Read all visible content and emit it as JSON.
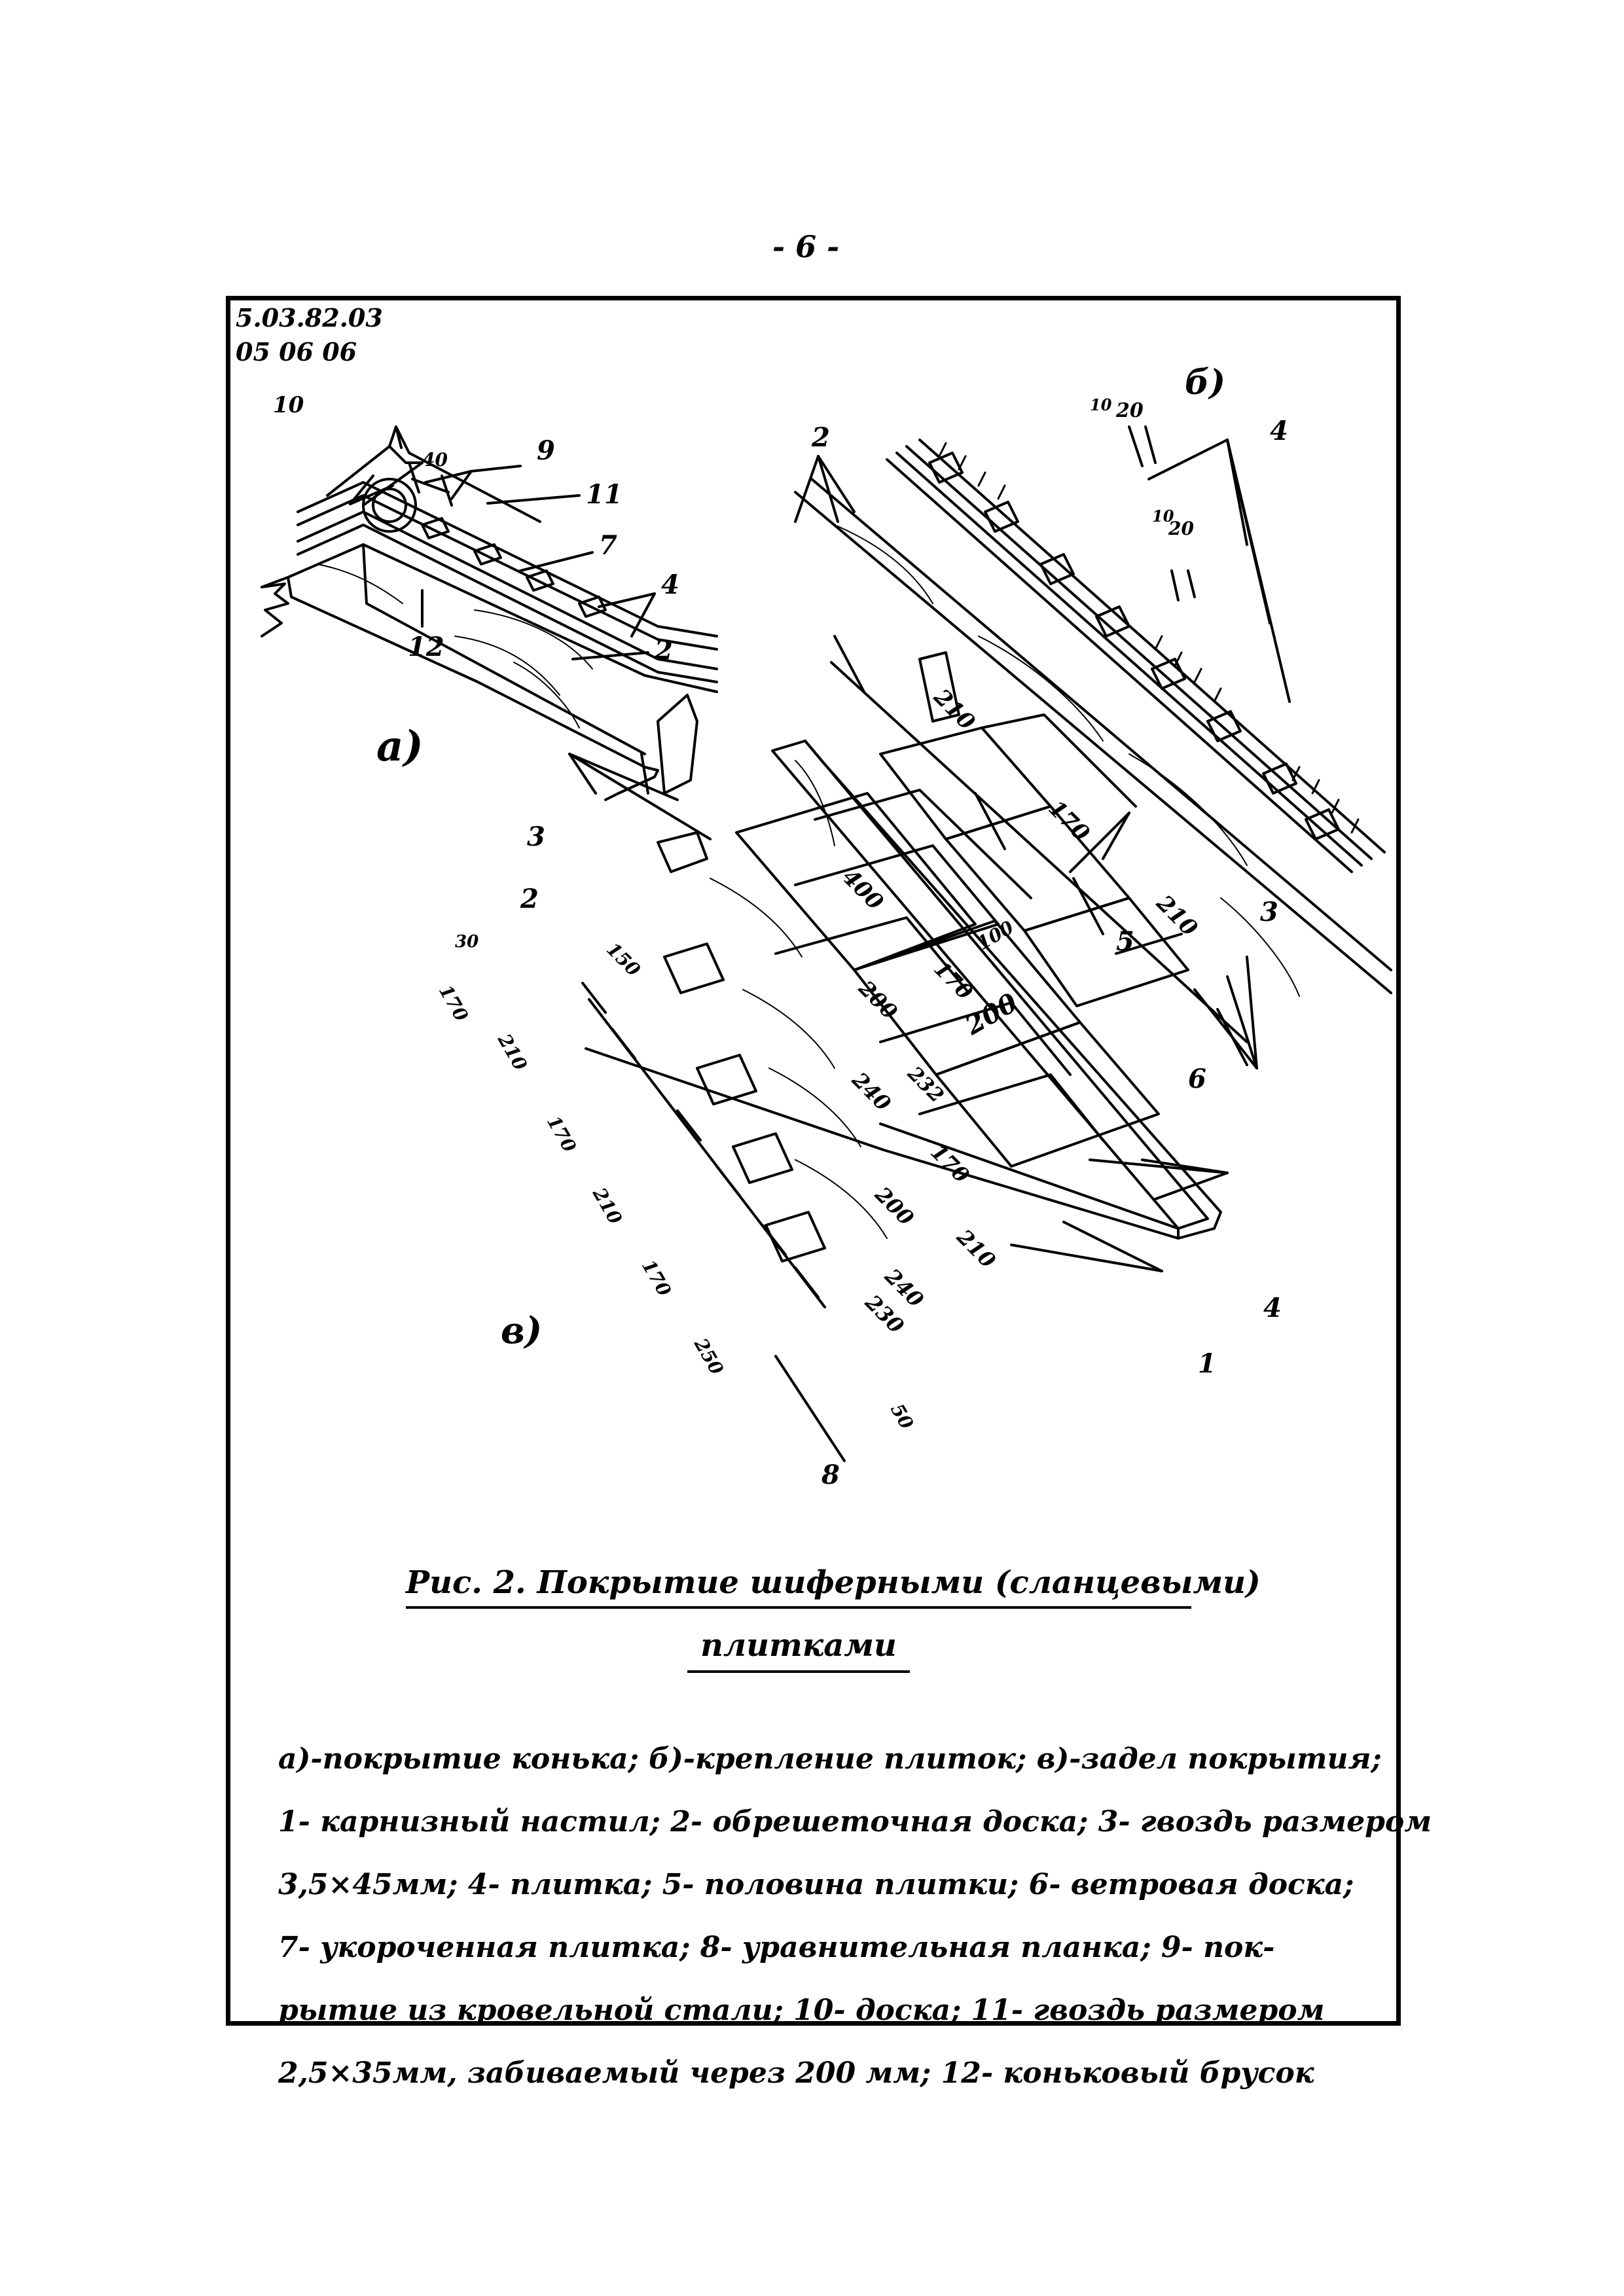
{
  "page": {
    "number": "- 6 -"
  },
  "codes": {
    "line1": "5.03.82.03",
    "line2": "05 06 06"
  },
  "figure": {
    "sub_a": "а)",
    "sub_b": "б)",
    "sub_v": "в)",
    "callouts_a": {
      "n9": "9",
      "n10": "10",
      "n11": "11",
      "n7": "7",
      "n4": "4",
      "n2": "2",
      "n12": "12",
      "dim40": "40"
    },
    "callouts_b": {
      "n2": "2",
      "n4": "4",
      "n3": "3",
      "d10a": "10",
      "d20a": "20",
      "d10b": "10",
      "d20b": "20",
      "d210a": "210",
      "d170": "170",
      "d210b": "210"
    },
    "callouts_v": {
      "n2": "2",
      "n3": "3",
      "n5": "5",
      "n6": "6",
      "n4": "4",
      "n1": "1",
      "n8": "8",
      "d30": "30",
      "d150": "150",
      "d400": "400",
      "d100": "100",
      "d170a": "170",
      "d200a": "200",
      "d200b": "200",
      "d232": "232",
      "d240a": "240",
      "d170b": "170",
      "d200c": "200",
      "d210t": "210",
      "d240b": "240",
      "d230": "230",
      "d50": "50",
      "s170a": "170",
      "s210a": "210",
      "s170b": "170",
      "s210b": "210",
      "s170c": "170",
      "s250": "250"
    }
  },
  "caption": {
    "line1": "Рис. 2.   Покрытие шиферными (сланцевыми)",
    "line2": "плитками"
  },
  "legend": [
    "а)-покрытие конька; б)-крепление плиток; в)-задел покрытия;",
    "1- карнизный настил; 2- обрешеточная доска; 3- гвоздь размером",
    "3,5×45мм; 4- плитка; 5- половина плитки; 6- ветровая доска;",
    "7- укороченная плитка; 8- уравнительная планка; 9- пок-",
    "рытие из кровельной стали; 10- доска; 11- гвоздь размером",
    "2,5×35мм, забиваемый через 200 мм; 12- коньковый брусок"
  ]
}
